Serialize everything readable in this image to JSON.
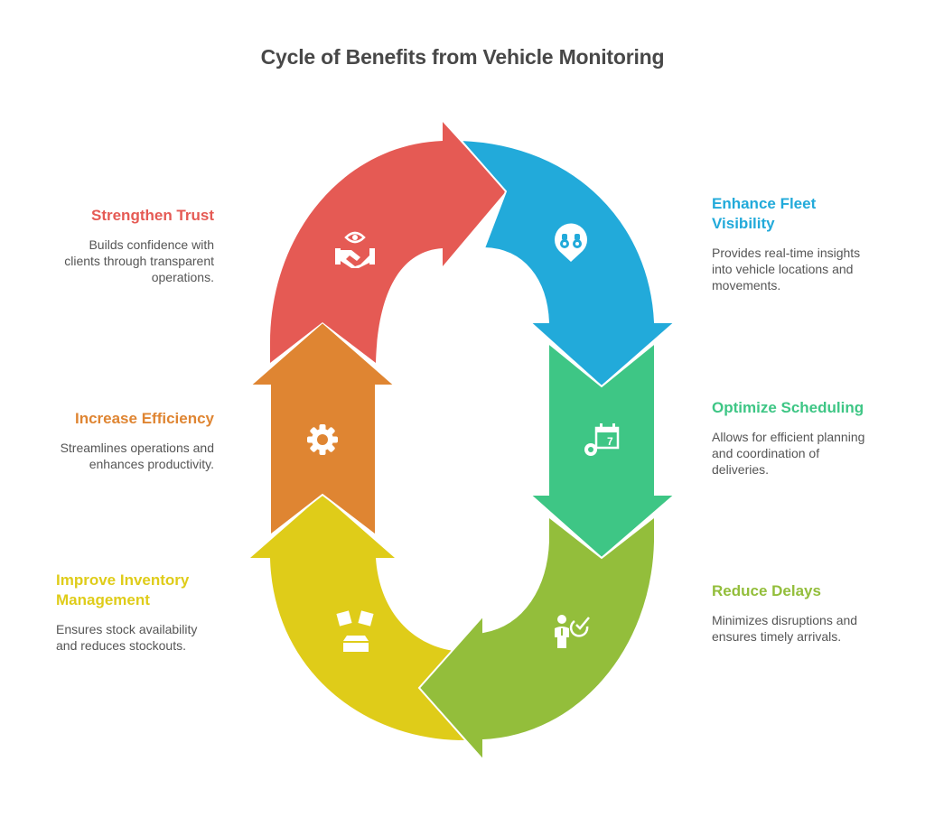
{
  "title": "Cycle of Benefits from Vehicle Monitoring",
  "steps": [
    {
      "id": "strengthen-trust",
      "heading": "Strengthen Trust",
      "description_lines": [
        "Builds confidence with",
        "clients through transparent",
        "operations."
      ],
      "color": "#E55A54",
      "icon": "handshake-eye-icon",
      "side": "left"
    },
    {
      "id": "enhance-fleet-visibility",
      "heading_lines": [
        "Enhance Fleet",
        "Visibility"
      ],
      "description_lines": [
        "Provides real-time insights",
        "into vehicle locations and",
        "movements."
      ],
      "color": "#22AADA",
      "icon": "binoculars-pin-icon",
      "side": "right"
    },
    {
      "id": "optimize-scheduling",
      "heading": "Optimize Scheduling",
      "description_lines": [
        "Allows for efficient planning",
        "and coordination of",
        "deliveries."
      ],
      "color": "#3EC685",
      "icon": "calendar-gear-icon",
      "side": "right"
    },
    {
      "id": "reduce-delays",
      "heading": "Reduce Delays",
      "description_lines": [
        "Minimizes disruptions and",
        "ensures timely arrivals."
      ],
      "color": "#93BE3B",
      "icon": "person-check-icon",
      "side": "right"
    },
    {
      "id": "improve-inventory",
      "heading_lines": [
        "Improve Inventory",
        "Management"
      ],
      "description_lines": [
        "Ensures stock availability",
        "and reduces stockouts."
      ],
      "color": "#DFCC19",
      "icon": "ballot-box-icon",
      "side": "left"
    },
    {
      "id": "increase-efficiency",
      "heading": "Increase Efficiency",
      "description_lines": [
        "Streamlines operations and",
        "enhances productivity."
      ],
      "color": "#DF8532",
      "icon": "gear-icon",
      "side": "left"
    }
  ]
}
